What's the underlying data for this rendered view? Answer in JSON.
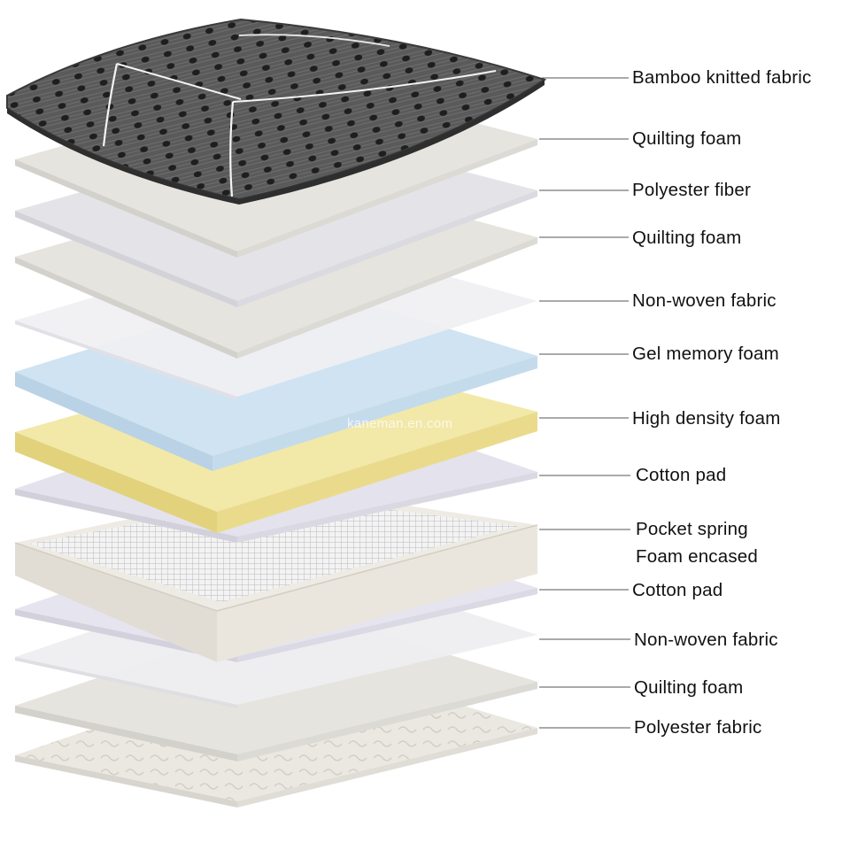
{
  "diagram": {
    "layers": [
      {
        "name": "Bamboo knitted fabric",
        "color": "#4a4a4a"
      },
      {
        "name": "Quilting foam",
        "color": "#e6e4de"
      },
      {
        "name": "Polyester fiber",
        "color": "#e4e4e8"
      },
      {
        "name": "Quilting foam",
        "color": "#e6e4de"
      },
      {
        "name": "Non-woven fabric",
        "color": "#ececef"
      },
      {
        "name": "Gel memory foam",
        "color": "#cfe3f2"
      },
      {
        "name": "High density foam",
        "color": "#f0e4a0"
      },
      {
        "name": "Cotton pad",
        "color": "#e4e2ec"
      },
      {
        "name": "Pocket spring",
        "name2": "Foam encased",
        "color": "#ece8e0"
      },
      {
        "name": "Cotton pad",
        "color": "#e4e2ec"
      },
      {
        "name": "Non-woven fabric",
        "color": "#ececef"
      },
      {
        "name": "Quilting foam",
        "color": "#e6e4de"
      },
      {
        "name": "Polyester fabric",
        "color": "#eeeceb"
      }
    ],
    "watermark": "kaneman.en.com"
  }
}
